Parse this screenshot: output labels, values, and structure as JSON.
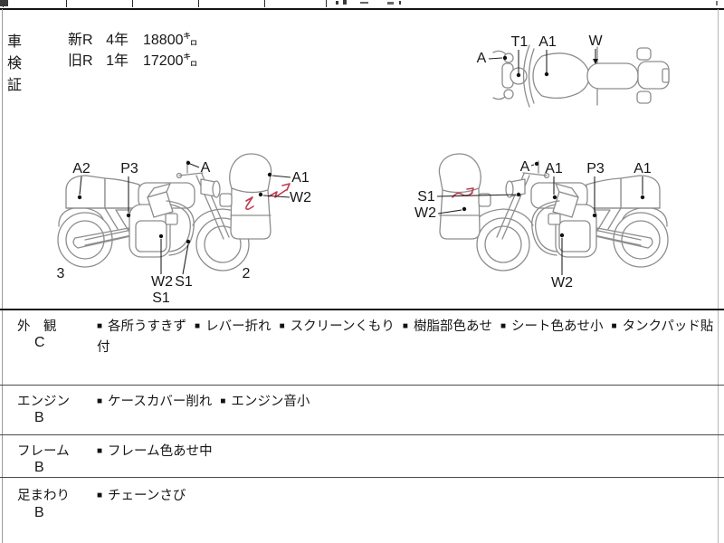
{
  "shaken": {
    "label": "車検証",
    "rows": [
      {
        "era": "新R",
        "year": "4年",
        "km": "18800㌔"
      },
      {
        "era": "旧R",
        "year": "1年",
        "km": "17200㌔"
      }
    ]
  },
  "diagrams": {
    "top_view": {
      "labels": [
        "A",
        "T1",
        "A1",
        "W"
      ]
    },
    "left_side": {
      "labels": [
        "A2",
        "P3",
        "A",
        "A1",
        "W2",
        "3",
        "2",
        "W2",
        "S1",
        "S1"
      ]
    },
    "right_side": {
      "labels": [
        "A",
        "A1",
        "P3",
        "A1",
        "S1",
        "W2",
        "W2"
      ]
    }
  },
  "condition": {
    "bullet": "■",
    "rows": [
      {
        "category": "外　観",
        "grade": "C",
        "items": [
          "各所うすきず",
          "レバー折れ",
          "スクリーンくもり",
          "樹脂部色あせ",
          "シート色あせ小",
          "タンクパッド貼付"
        ]
      },
      {
        "category": "エンジン",
        "grade": "B",
        "items": [
          "ケースカバー削れ",
          "エンジン音小"
        ]
      },
      {
        "category": "フレーム",
        "grade": "B",
        "items": [
          "フレーム色あせ中"
        ]
      },
      {
        "category": "足まわり",
        "grade": "B",
        "items": [
          "チェーンさび"
        ]
      }
    ]
  },
  "colors": {
    "line": "#8d8d8d",
    "mark_red": "#c23a50",
    "text": "#161616"
  }
}
